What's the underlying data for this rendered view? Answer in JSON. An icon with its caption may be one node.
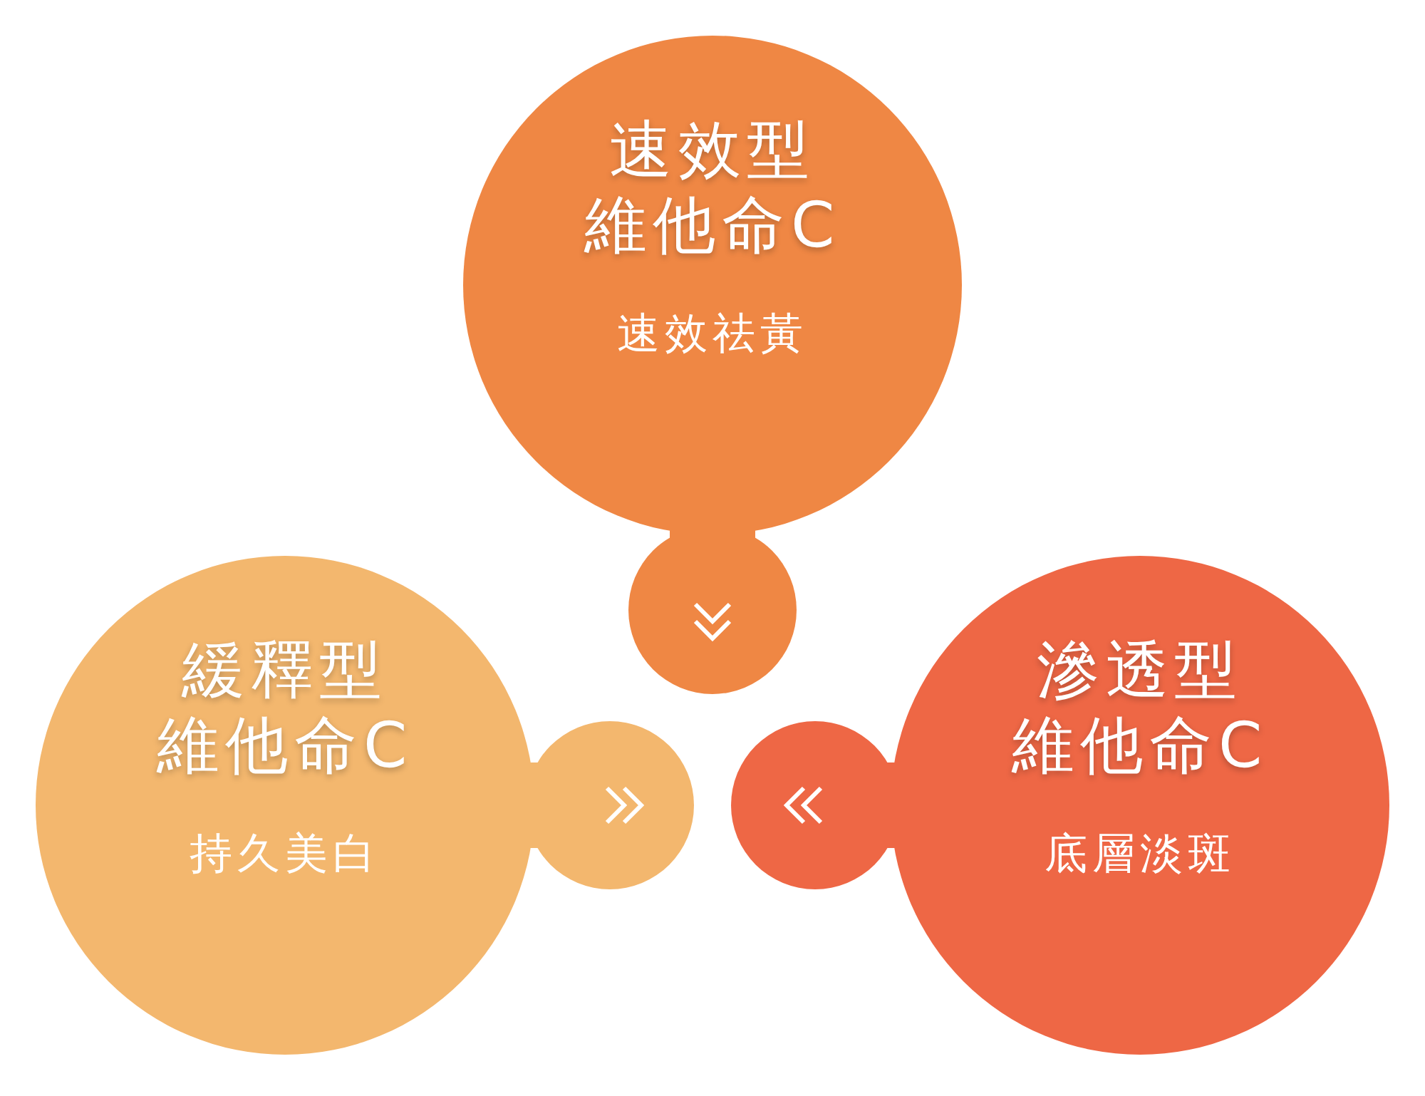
{
  "diagram": {
    "nodes": [
      {
        "text": [
          "速效型維他命C",
          "速效祛黃"
        ]
      },
      {
        "text": [
          "緩釋型維他命C",
          "持久美白"
        ]
      },
      {
        "text": [
          "滲透型維他命C",
          "底層淡斑"
        ]
      }
    ]
  }
}
